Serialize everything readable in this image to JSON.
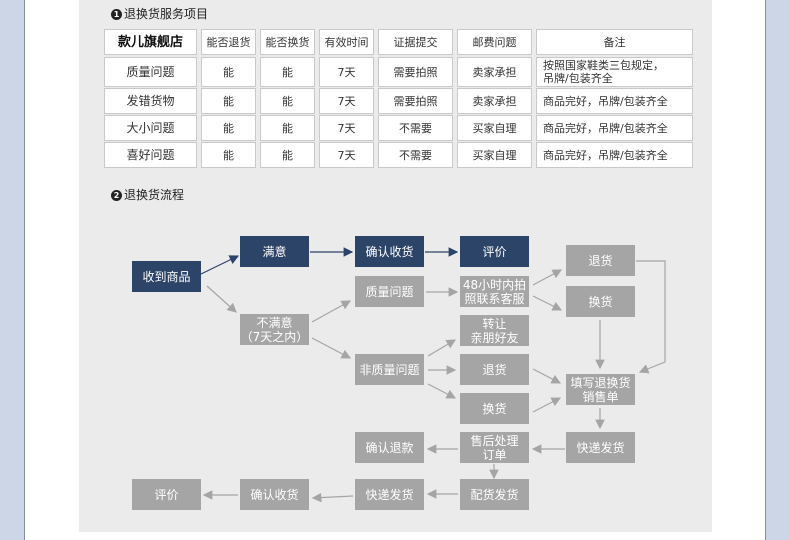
{
  "section1": {
    "num": "1",
    "title": "退换货服务项目"
  },
  "table": {
    "headers": [
      "款儿旗舰店",
      "能否退货",
      "能否换货",
      "有效时间",
      "证据提交",
      "邮费问题",
      "备注"
    ],
    "rows": [
      [
        "质量问题",
        "能",
        "能",
        "7天",
        "需要拍照",
        "卖家承担",
        "按照国家鞋类三包规定，\n吊牌/包装齐全"
      ],
      [
        "发错货物",
        "能",
        "能",
        "7天",
        "需要拍照",
        "卖家承担",
        "商品完好，吊牌/包装齐全"
      ],
      [
        "大小问题",
        "能",
        "能",
        "7天",
        "不需要",
        "买家自理",
        "商品完好，吊牌/包装齐全"
      ],
      [
        "喜好问题",
        "能",
        "能",
        "7天",
        "不需要",
        "买家自理",
        "商品完好，吊牌/包装齐全"
      ]
    ]
  },
  "section2": {
    "num": "2",
    "title": "退换货流程"
  },
  "flow": {
    "receive": "收到商品",
    "satisfied": "满意",
    "confirm_receipt": "确认收货",
    "review": "评价",
    "unsatisfied": "不满意\n（7天之内）",
    "quality_issue": "质量问题",
    "photo_contact": "48小时内拍\n照联系客服",
    "return1": "退货",
    "exchange1": "换货",
    "non_quality_issue": "非质量问题",
    "transfer": "转让\n亲朋好友",
    "return2": "退货",
    "exchange2": "换货",
    "fill_form": "填写退换货\n销售单",
    "express_ship": "快递发货",
    "after_sale": "售后处理\n订单",
    "confirm_refund": "确认退款",
    "deliver": "配货发货",
    "express_ship2": "快递发货",
    "confirm_receipt2": "确认收货",
    "review2": "评价"
  },
  "colors": {
    "dark_box": "#2c4468",
    "gray_box": "#a5a5a5",
    "panel": "#ebebeb",
    "frame": "#cdd6e6"
  }
}
